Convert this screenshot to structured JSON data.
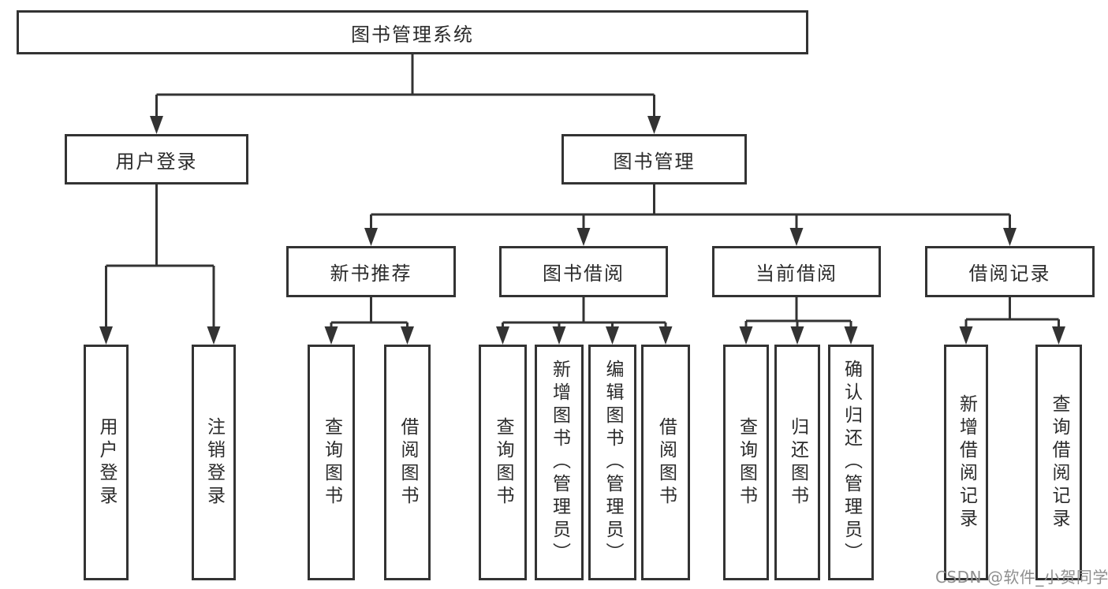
{
  "tree": {
    "root": "图书管理系统",
    "user_login": {
      "label": "用户登录",
      "children": [
        "用户登录",
        "注销登录"
      ]
    },
    "book_mgmt": {
      "label": "图书管理",
      "sections": {
        "new_book": {
          "label": "新书推荐",
          "children": [
            "查询图书",
            "借阅图书"
          ]
        },
        "borrow": {
          "label": "图书借阅",
          "children": [
            "查询图书",
            "新增图书（管理员）",
            "编辑图书（管理员）",
            "借阅图书"
          ]
        },
        "current": {
          "label": "当前借阅",
          "children": [
            "查询图书",
            "归还图书",
            "确认归还（管理员）"
          ]
        },
        "records": {
          "label": "借阅记录",
          "children": [
            "新增借阅记录",
            "查询借阅记录"
          ]
        }
      }
    }
  },
  "watermark": "CSDN @软件_小贺同学",
  "colors": {
    "line": "#333333",
    "text": "#2b2b2b",
    "watermark": "#8f8f8f",
    "background": "#ffffff"
  }
}
